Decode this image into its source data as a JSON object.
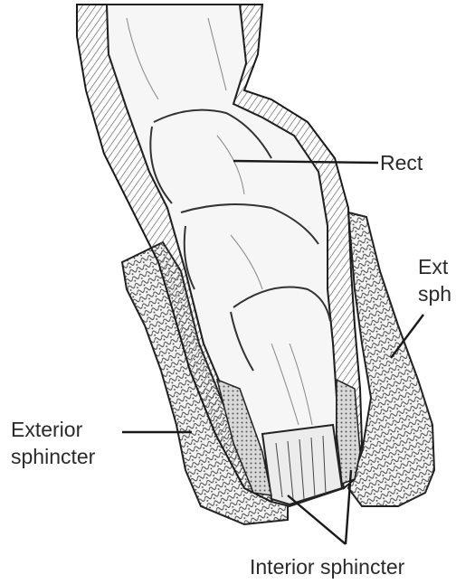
{
  "labels": {
    "rectum": "Rect",
    "exterior_right_line1": "Ext",
    "exterior_right_line2": "sph",
    "exterior_left_line1": "Exterior",
    "exterior_left_line2": "sphincter",
    "interior": "Interior sphincter"
  }
}
